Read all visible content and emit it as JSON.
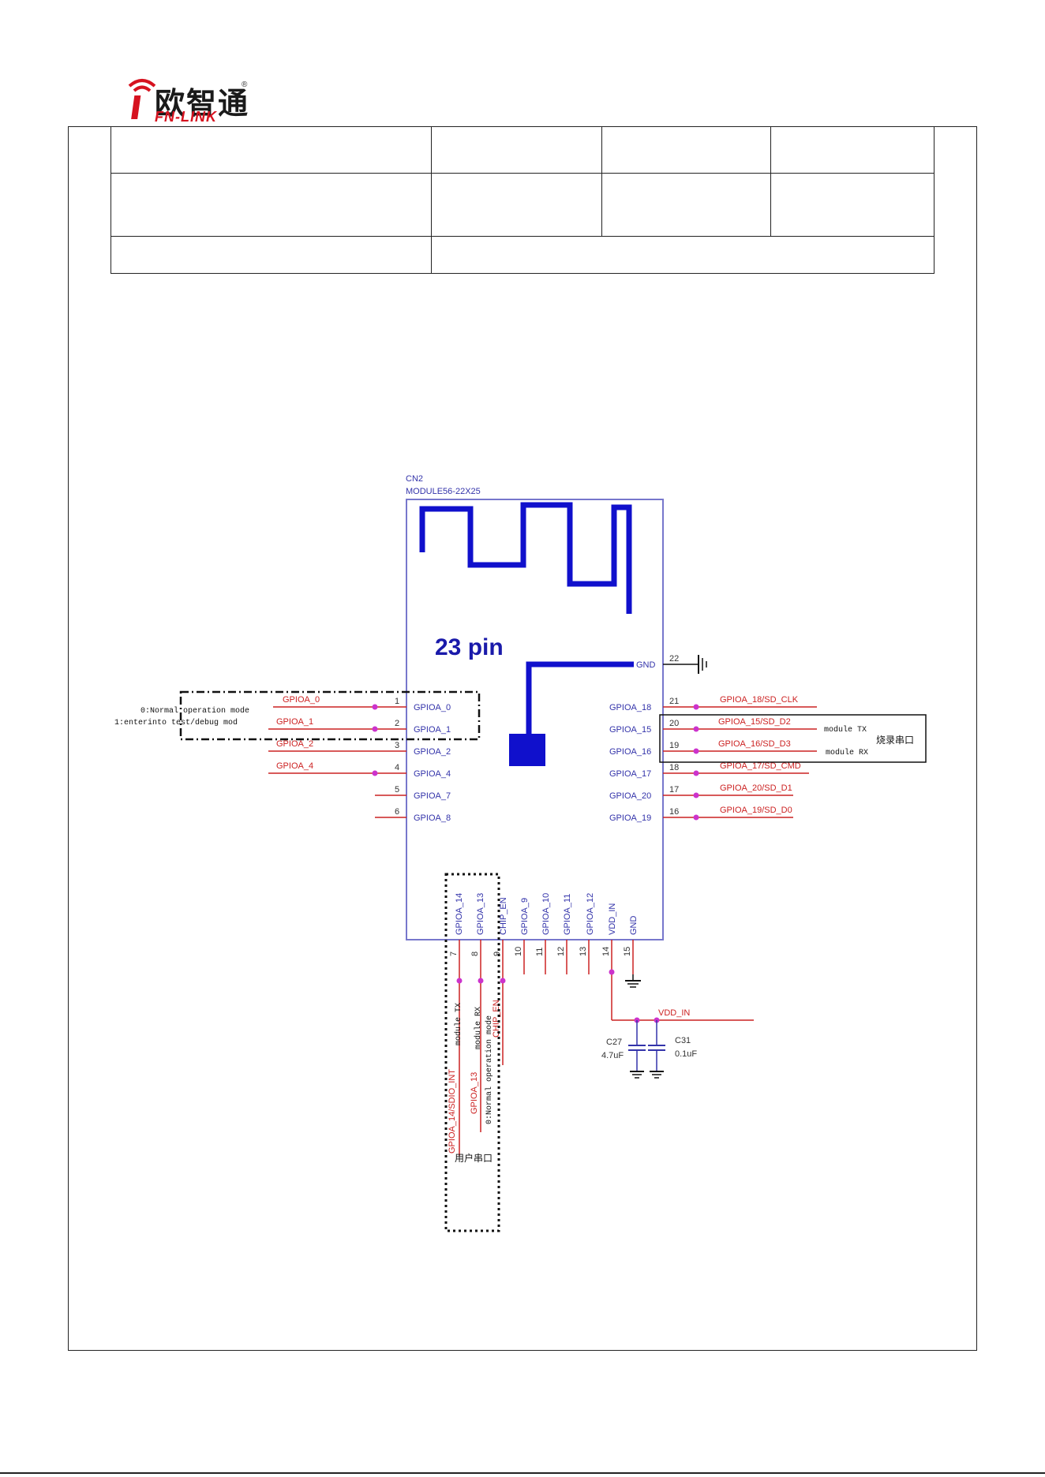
{
  "logo": {
    "brand_cn": "欧智通",
    "brand_en": "FN-LINK",
    "reg": "®"
  },
  "schematic": {
    "ref": "CN2",
    "part": "MODULE56-22X25",
    "title": "23 pin",
    "left_pins": [
      {
        "num": "1",
        "name": "GPIOA_0",
        "net": "GPIOA_0"
      },
      {
        "num": "2",
        "name": "GPIOA_1",
        "net": "GPIOA_1"
      },
      {
        "num": "3",
        "name": "GPIOA_2",
        "net": "GPIOA_2"
      },
      {
        "num": "4",
        "name": "GPIOA_4",
        "net": "GPIOA_4"
      },
      {
        "num": "5",
        "name": "GPIOA_7",
        "net": ""
      },
      {
        "num": "6",
        "name": "GPIOA_8",
        "net": ""
      }
    ],
    "right_pins": [
      {
        "num": "22",
        "name": "GND",
        "net": ""
      },
      {
        "num": "21",
        "name": "GPIOA_18",
        "net": "GPIOA_18/SD_CLK"
      },
      {
        "num": "20",
        "name": "GPIOA_15",
        "net": "GPIOA_15/SD_D2"
      },
      {
        "num": "19",
        "name": "GPIOA_16",
        "net": "GPIOA_16/SD_D3"
      },
      {
        "num": "18",
        "name": "GPIOA_17",
        "net": "GPIOA_17/SD_CMD"
      },
      {
        "num": "17",
        "name": "GPIOA_20",
        "net": "GPIOA_20/SD_D1"
      },
      {
        "num": "16",
        "name": "GPIOA_19",
        "net": "GPIOA_19/SD_D0"
      }
    ],
    "bottom_pins": [
      {
        "num": "7",
        "name": "GPIOA_14"
      },
      {
        "num": "8",
        "name": "GPIOA_13"
      },
      {
        "num": "9",
        "name": "CHIP_EN"
      },
      {
        "num": "10",
        "name": "GPIOA_9"
      },
      {
        "num": "11",
        "name": "GPIOA_10"
      },
      {
        "num": "12",
        "name": "GPIOA_11"
      },
      {
        "num": "13",
        "name": "GPIOA_12"
      },
      {
        "num": "14",
        "name": "VDD_IN"
      },
      {
        "num": "15",
        "name": "GND"
      }
    ],
    "bottom_nets": {
      "p7": "GPIOA_14/SDIO_INT",
      "p8": "GPIOA_13",
      "p9": "CHIP_EN"
    },
    "mode_note": {
      "line1": "0:Normal operation mode",
      "line2": "1:enterinto test/debug mod"
    },
    "burn_uart": {
      "tx": "module TX",
      "rx": "module RX",
      "label": "烧录串口"
    },
    "user_uart": {
      "tx": "module TX",
      "rx": "module RX",
      "mode": "0:Normal operation mode",
      "label": "用户串口"
    },
    "power": {
      "net": "VDD_IN",
      "c1_ref": "C27",
      "c1_val": "4.7uF",
      "c2_ref": "C31",
      "c2_val": "0.1uF"
    }
  },
  "colors": {
    "pin_blue": "#3333aa",
    "net_red": "#cc2222",
    "antenna": "#1010cc",
    "junction": "#cc33cc"
  }
}
